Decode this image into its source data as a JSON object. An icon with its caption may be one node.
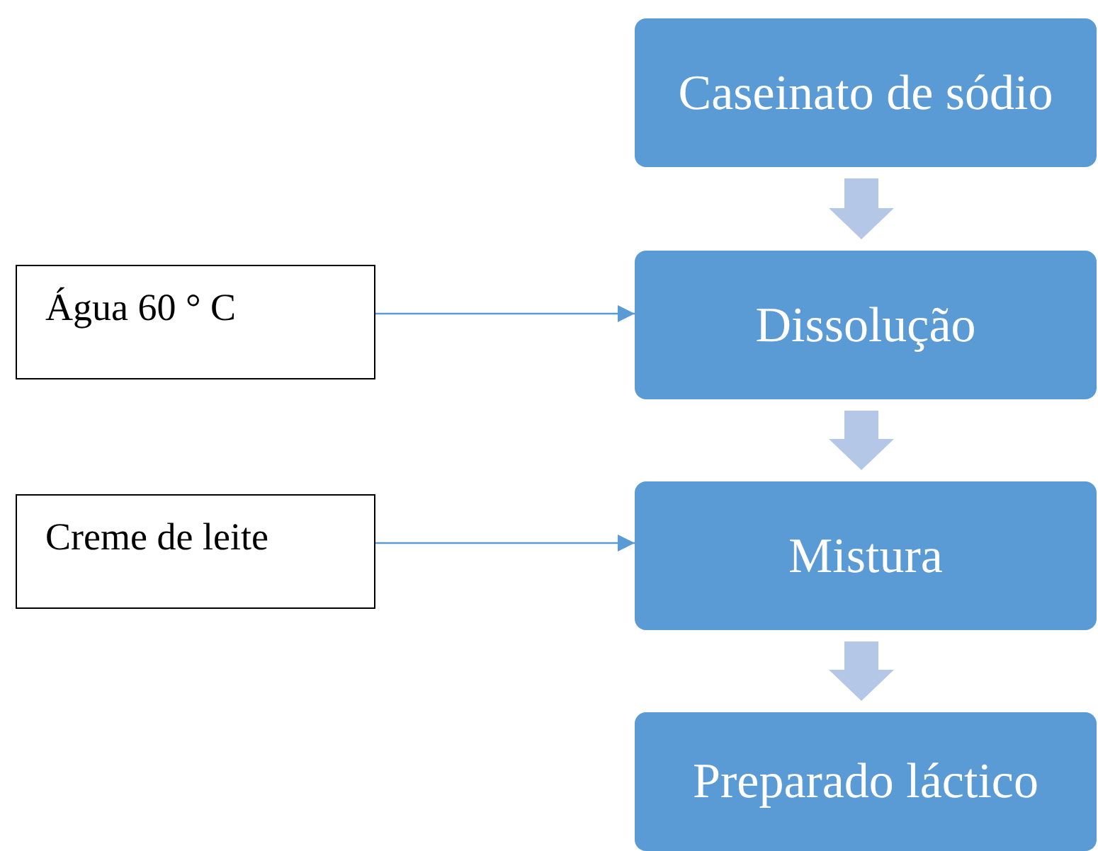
{
  "diagram": {
    "nodes": [
      {
        "text": [
          "Caseinato de sódio"
        ]
      },
      {
        "text": [
          "Água 60 ° C"
        ]
      },
      {
        "text": [
          "Dissolução"
        ]
      },
      {
        "text": [
          "Creme de leite"
        ]
      },
      {
        "text": [
          "Mistura"
        ]
      },
      {
        "text": [
          "Preparado láctico"
        ]
      }
    ],
    "edges": [
      {
        "from": 0,
        "to": 2,
        "arrow": "to",
        "style": "thick",
        "color": "#b4c7e7"
      },
      {
        "from": 1,
        "to": 2,
        "arrow": "to"
      },
      {
        "from": 2,
        "to": 4,
        "arrow": "to",
        "style": "thick",
        "color": "#b4c7e7"
      },
      {
        "from": 3,
        "to": 4,
        "arrow": "to"
      },
      {
        "from": 4,
        "to": 5,
        "arrow": "to",
        "style": "thick",
        "color": "#b4c7e7"
      }
    ]
  }
}
